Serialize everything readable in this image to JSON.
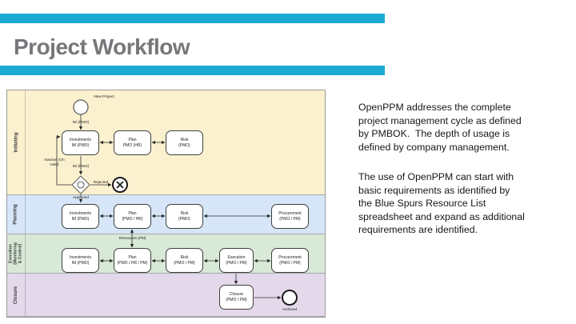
{
  "slide": {
    "title": "Project Workflow",
    "accent_color": "#1aaad4",
    "title_color": "#76777a"
  },
  "body": {
    "p1": [
      "OpenPPM addresses the complete",
      "project management cycle as defined",
      "by PMBOK.  The depth of usage is",
      "defined by company management."
    ],
    "p2": [
      "The use of OpenPPM can start with",
      "basic requirements as identified by",
      "the Blue Spurs Resource List",
      "spreadsheet and expand as additional",
      "requirements are identified."
    ]
  },
  "diagram": {
    "lanes": [
      {
        "label": "Initiating",
        "color": "#fbf1cf"
      },
      {
        "label": "Planning",
        "color": "#d6e6f8"
      },
      {
        "label": "Execution (Monitoring & Control)",
        "color": "#d8e9d7"
      },
      {
        "label": "Closure",
        "color": "#e3d9eb"
      }
    ],
    "labels": {
      "new_project": "New Project",
      "im_pmo_start": "IM (PMO)",
      "inactive_onhold": "Inactive (On Hold)",
      "im_pmo_gateway": "IM (PMO)",
      "rejected": "Rejected",
      "approved": "Approved",
      "resources_pm": "Resources (PM)",
      "archived": "Archived"
    },
    "boxes": {
      "init_investments": {
        "l1": "Investments",
        "l2": "IM (PMO)"
      },
      "init_plan": {
        "l1": "Plan",
        "l2": "PMO (HR)"
      },
      "init_risk": {
        "l1": "Risk",
        "l2": "(PMO)"
      },
      "plan_investments": {
        "l1": "Investments",
        "l2": "IM (PMO)"
      },
      "plan_plan": {
        "l1": "Plan",
        "l2": "(PMO / HR)"
      },
      "plan_risk": {
        "l1": "Risk",
        "l2": "(PMO)"
      },
      "plan_procurement": {
        "l1": "Procurement",
        "l2": "(PMO / PM)"
      },
      "exec_investments": {
        "l1": "Investments",
        "l2": "IM (PMO)"
      },
      "exec_plan": {
        "l1": "Plan",
        "l2": "(PMO / HR / PM)"
      },
      "exec_risk": {
        "l1": "Risk",
        "l2": "(PMO / PM)"
      },
      "exec_execution": {
        "l1": "Execution",
        "l2": "(PMO / PM)"
      },
      "exec_procurement": {
        "l1": "Procurement",
        "l2": "(PMO / PM)"
      },
      "closure_closure": {
        "l1": "Closure",
        "l2": "(PMO / PM)"
      }
    }
  }
}
